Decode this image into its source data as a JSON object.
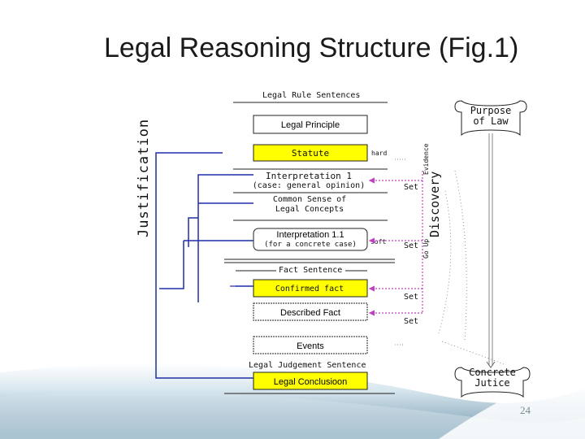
{
  "slide": {
    "title": "Legal Reasoning Structure (Fig.1)",
    "page_number": "24"
  },
  "diagram": {
    "side_labels": {
      "justification": "Justification",
      "discovery": "Discovery",
      "go_up": "Go Up",
      "evidence": "Evidence"
    },
    "headers": {
      "legal_rule_sentences": "Legal Rule Sentences",
      "fact_sentence": "Fact Sentence",
      "legal_judgement_sentence": "Legal Judgement Sentence"
    },
    "boxes": {
      "legal_principle": "Legal Principle",
      "statute": "Statute",
      "interpretation_1_line1": "Interpretation 1",
      "interpretation_1_line2": "(case: general opinion)",
      "common_sense_line1": "Common Sense of",
      "common_sense_line2": "Legal Concepts",
      "interpretation_1_1_line1": "Interpretation 1.1",
      "interpretation_1_1_line2": "(for a concrete case)",
      "confirmed_fact": "Confirmed fact",
      "described_fact": "Described Fact",
      "events": "Events",
      "legal_conclusion": "Legal Conclusioon"
    },
    "edge_labels": {
      "hard": "hard",
      "soft": "soft",
      "set_1": "Set",
      "set_2": "Set",
      "set_3": "Set",
      "set_4": "Set"
    },
    "scrolls": {
      "purpose_line1": "Purpose",
      "purpose_line2": "of Law",
      "justice_line1": "Concrete",
      "justice_line2": "Jutice"
    },
    "colors": {
      "highlight": "#ffff00",
      "justification_line": "#1f2fa8",
      "discovery_arrow": "#c040c0"
    }
  }
}
